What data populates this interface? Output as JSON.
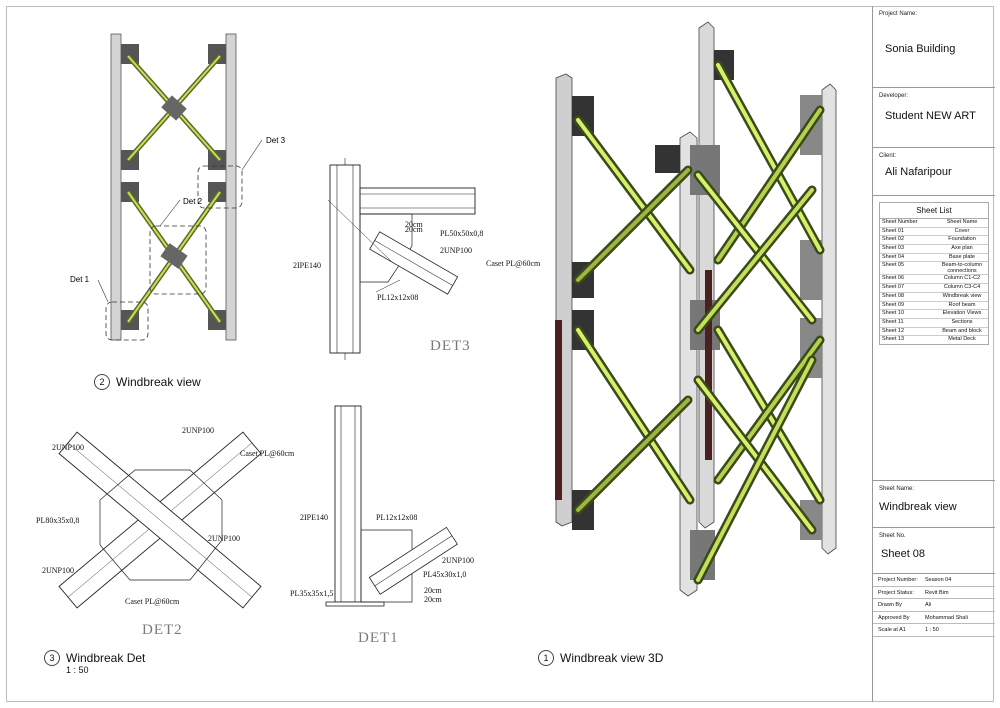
{
  "views": {
    "windbreak_view": {
      "num": "2",
      "title": "Windbreak view"
    },
    "windbreak_det": {
      "num": "3",
      "title": "Windbreak Det",
      "scale": "1 : 50"
    },
    "windbreak_3d": {
      "num": "1",
      "title": "Windbreak view 3D"
    }
  },
  "callouts": {
    "det1": "Det 1",
    "det2": "Det 2",
    "det3": "Det 3"
  },
  "det3": {
    "title": "DET3",
    "labels": [
      "2IPE140",
      "PL50x50x0,8",
      "2UNP100",
      "Caset PL@60cm",
      "PL12x12x08",
      "20cm",
      "20cm"
    ]
  },
  "det2": {
    "title": "DET2",
    "labels": [
      "2UNP100",
      "2UNP100",
      "PL80x35x0,8",
      "2UNP100",
      "2UNP100",
      "Caset PL@60cm",
      "Caset PL@60cm"
    ]
  },
  "det1": {
    "title": "DET1",
    "labels": [
      "2IPE140",
      "PL12x12x08",
      "2UNP100",
      "PL45x30x1,0",
      "PL35x35x1,5",
      "20cm",
      "20cm"
    ]
  },
  "title_block": {
    "project_name_label": "Project Name:",
    "project_name": "Sonia Building",
    "developer_label": "Developer:",
    "developer": "Student NEW ART",
    "client_label": "Client:",
    "client": "Ali Nafaripour",
    "sheet_list": {
      "title": "Sheet List",
      "headers": [
        "Sheet Number",
        "Sheet Name"
      ],
      "rows": [
        [
          "Sheet 01",
          "Cover"
        ],
        [
          "Sheet 02",
          "Foundation"
        ],
        [
          "Sheet 03",
          "Axe plan"
        ],
        [
          "Sheet 04",
          "Base plate"
        ],
        [
          "Sheet 05",
          "Beam-to-column connections"
        ],
        [
          "Sheet 06",
          "Column C1-C2"
        ],
        [
          "Sheet 07",
          "Column C3-C4"
        ],
        [
          "Sheet 08",
          "Windbreak view"
        ],
        [
          "Sheet 09",
          "Roof beam"
        ],
        [
          "Sheet 10",
          "Elevation Views"
        ],
        [
          "Sheet 11",
          "Sections"
        ],
        [
          "Sheet 12",
          "Beam and block"
        ],
        [
          "Sheet 13",
          "Metal Deck"
        ]
      ]
    },
    "sheet_name_label": "Sheet Name:",
    "sheet_name": "Windbreak view",
    "sheet_no_label": "Sheet No.",
    "sheet_no": "Sheet 08",
    "info": [
      {
        "key": "Project Number:",
        "value": "Season 04"
      },
      {
        "key": "Project Status:",
        "value": "Revit Bim"
      },
      {
        "key": "Drawn By",
        "value": "Ali"
      },
      {
        "key": "Approved By",
        "value": "Mohammad Shali"
      },
      {
        "key": "Scale at A1",
        "value": "1 : 50"
      }
    ]
  }
}
